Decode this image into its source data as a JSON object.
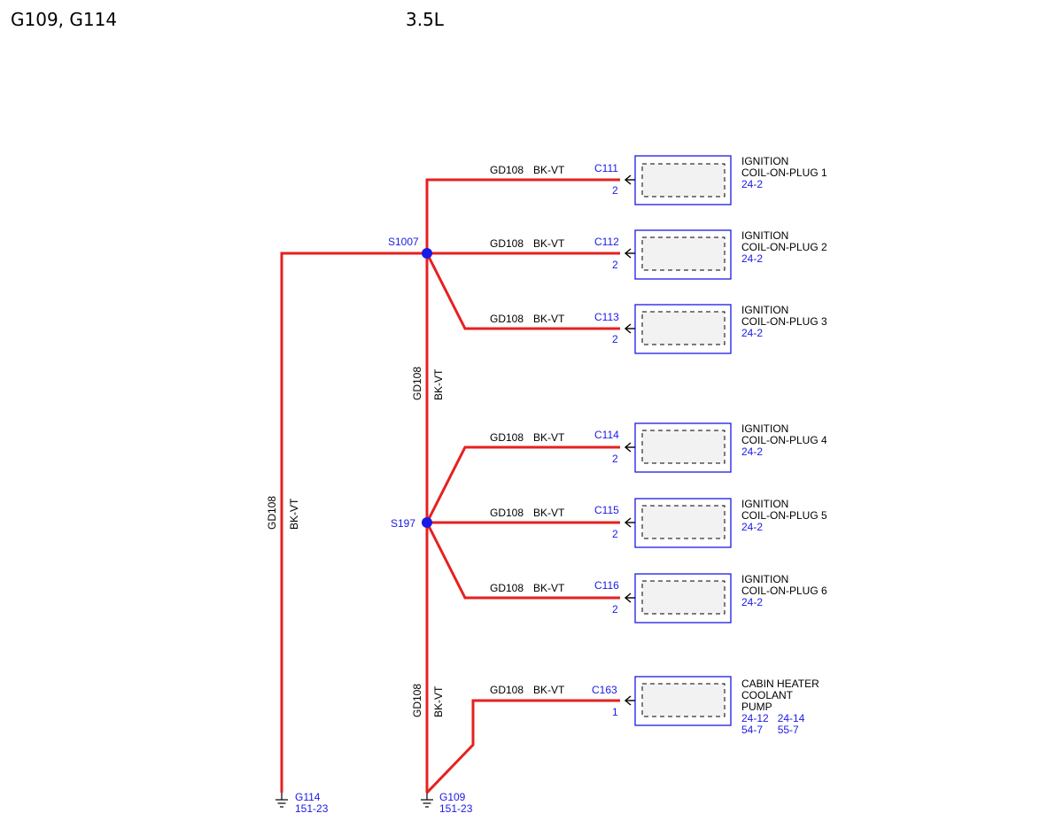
{
  "header": {
    "left": "G109, G114",
    "right": "3.5L"
  },
  "wire": {
    "circuit": "GD108",
    "color": "BK-VT"
  },
  "splices": [
    {
      "id": "S1007"
    },
    {
      "id": "S197"
    }
  ],
  "connectors": [
    {
      "id": "C111",
      "pin": "2",
      "name_lines": [
        "IGNITION",
        "COIL-ON-PLUG 1"
      ],
      "refs": [
        "24-2"
      ]
    },
    {
      "id": "C112",
      "pin": "2",
      "name_lines": [
        "IGNITION",
        "COIL-ON-PLUG 2"
      ],
      "refs": [
        "24-2"
      ]
    },
    {
      "id": "C113",
      "pin": "2",
      "name_lines": [
        "IGNITION",
        "COIL-ON-PLUG 3"
      ],
      "refs": [
        "24-2"
      ]
    },
    {
      "id": "C114",
      "pin": "2",
      "name_lines": [
        "IGNITION",
        "COIL-ON-PLUG 4"
      ],
      "refs": [
        "24-2"
      ]
    },
    {
      "id": "C115",
      "pin": "2",
      "name_lines": [
        "IGNITION",
        "COIL-ON-PLUG 5"
      ],
      "refs": [
        "24-2"
      ]
    },
    {
      "id": "C116",
      "pin": "2",
      "name_lines": [
        "IGNITION",
        "COIL-ON-PLUG 6"
      ],
      "refs": [
        "24-2"
      ]
    },
    {
      "id": "C163",
      "pin": "1",
      "name_lines": [
        "CABIN HEATER",
        "COOLANT",
        "PUMP"
      ],
      "refs": [
        "24-12   24-14",
        "54-7     55-7"
      ]
    }
  ],
  "grounds": [
    {
      "id": "G114",
      "ref": "151-23"
    },
    {
      "id": "G109",
      "ref": "151-23"
    }
  ]
}
